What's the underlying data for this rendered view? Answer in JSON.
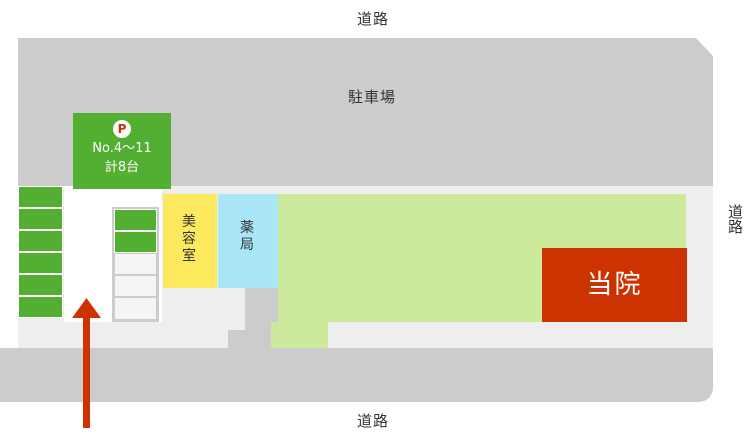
{
  "labels": {
    "road_top": "道路",
    "road_bottom": "道路",
    "road_right": "道路",
    "parking_area": "駐車場",
    "beauty_salon": "美容室",
    "pharmacy": "薬局",
    "clinic": "当院"
  },
  "parking_sign": {
    "icon_letter": "P",
    "numbers": "No.4～11",
    "total": "計8台"
  },
  "colors": {
    "road": "#cccccc",
    "lot": "#eeeeee",
    "stall_green": "#52af32",
    "stall_empty": "#f5f5f5",
    "beauty_salon": "#fce95e",
    "pharmacy": "#a8e6f8",
    "clinic_grounds": "#cde99b",
    "clinic": "#cc3300",
    "arrow": "#cc3300",
    "sign": "#52af32"
  }
}
